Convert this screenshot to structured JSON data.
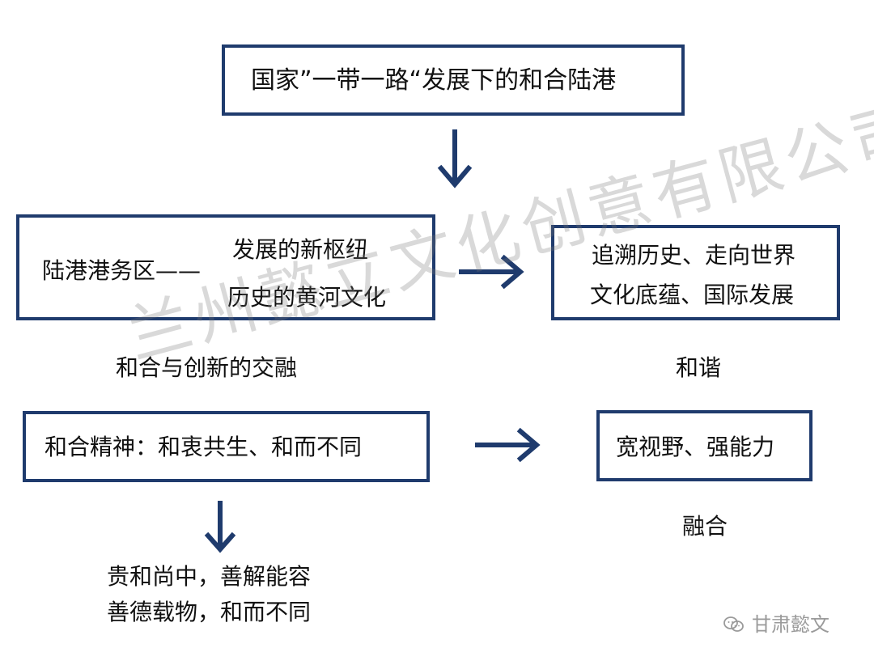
{
  "diagram": {
    "top_title": "国家”一带一路“发展下的和合陆港",
    "left_box": {
      "label": "陆港港务区——",
      "line1": "发展的新枢纽",
      "line2": "历史的黄河文化"
    },
    "right_box": {
      "line1": "追溯历史、走向世界",
      "line2": "文化底蕴、国际发展"
    },
    "middle_left_caption": "和合与创新的交融",
    "middle_right_caption": "和谐",
    "lower_left_box": "和合精神：和衷共生、和而不同",
    "lower_right_box": "宽视野、强能力",
    "lower_right_caption": "融合",
    "bottom_lines": [
      "贵和尚中，善解能容",
      "善德载物，和而不同"
    ]
  },
  "overlay": {
    "watermark": "兰州懿立文化创意有限公司",
    "brand": "甘肃懿文"
  },
  "colors": {
    "accent": "#1f3b6d",
    "text": "#111111",
    "watermark": "#999999",
    "brand": "#9a9a9a"
  },
  "icons": {
    "brand_icon": "wechat-icon"
  }
}
